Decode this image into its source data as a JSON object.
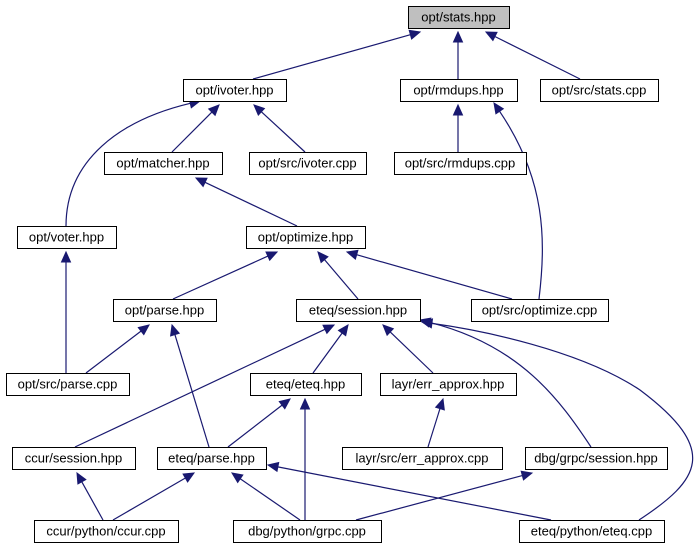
{
  "graph": {
    "colors": {
      "edge": "#191970",
      "node_border": "#000000",
      "node_fill": "#ffffff",
      "root_fill": "#bfbfbf"
    },
    "nodes": [
      {
        "id": "n0",
        "label": "opt/stats.hpp",
        "root": true
      },
      {
        "id": "n1",
        "label": "opt/ivoter.hpp"
      },
      {
        "id": "n2",
        "label": "opt/rmdups.hpp"
      },
      {
        "id": "n3",
        "label": "opt/src/stats.cpp"
      },
      {
        "id": "n4",
        "label": "opt/matcher.hpp"
      },
      {
        "id": "n5",
        "label": "opt/src/ivoter.cpp"
      },
      {
        "id": "n6",
        "label": "opt/src/rmdups.cpp"
      },
      {
        "id": "n7",
        "label": "opt/voter.hpp"
      },
      {
        "id": "n8",
        "label": "opt/optimize.hpp"
      },
      {
        "id": "n9",
        "label": "opt/parse.hpp"
      },
      {
        "id": "n10",
        "label": "eteq/session.hpp"
      },
      {
        "id": "n11",
        "label": "opt/src/optimize.cpp"
      },
      {
        "id": "n12",
        "label": "opt/src/parse.cpp"
      },
      {
        "id": "n13",
        "label": "eteq/eteq.hpp"
      },
      {
        "id": "n14",
        "label": "layr/err_approx.hpp"
      },
      {
        "id": "n15",
        "label": "ccur/session.hpp"
      },
      {
        "id": "n16",
        "label": "eteq/parse.hpp"
      },
      {
        "id": "n17",
        "label": "layr/src/err_approx.cpp"
      },
      {
        "id": "n18",
        "label": "dbg/grpc/session.hpp"
      },
      {
        "id": "n19",
        "label": "ccur/python/ccur.cpp"
      },
      {
        "id": "n20",
        "label": "dbg/python/grpc.cpp"
      },
      {
        "id": "n21",
        "label": "eteq/python/eteq.cpp"
      }
    ],
    "edges": [
      {
        "from": "n1",
        "to": "n0"
      },
      {
        "from": "n2",
        "to": "n0"
      },
      {
        "from": "n3",
        "to": "n0"
      },
      {
        "from": "n4",
        "to": "n1"
      },
      {
        "from": "n5",
        "to": "n1"
      },
      {
        "from": "n7",
        "to": "n1"
      },
      {
        "from": "n6",
        "to": "n2"
      },
      {
        "from": "n11",
        "to": "n2"
      },
      {
        "from": "n8",
        "to": "n4"
      },
      {
        "from": "n12",
        "to": "n7"
      },
      {
        "from": "n9",
        "to": "n8"
      },
      {
        "from": "n10",
        "to": "n8"
      },
      {
        "from": "n11",
        "to": "n8"
      },
      {
        "from": "n12",
        "to": "n9"
      },
      {
        "from": "n16",
        "to": "n9"
      },
      {
        "from": "n15",
        "to": "n10"
      },
      {
        "from": "n13",
        "to": "n10"
      },
      {
        "from": "n14",
        "to": "n10"
      },
      {
        "from": "n18",
        "to": "n10"
      },
      {
        "from": "n21",
        "to": "n10"
      },
      {
        "from": "n16",
        "to": "n13"
      },
      {
        "from": "n20",
        "to": "n13"
      },
      {
        "from": "n17",
        "to": "n14"
      },
      {
        "from": "n19",
        "to": "n15"
      },
      {
        "from": "n19",
        "to": "n16"
      },
      {
        "from": "n20",
        "to": "n16"
      },
      {
        "from": "n21",
        "to": "n16"
      },
      {
        "from": "n20",
        "to": "n18"
      }
    ]
  }
}
